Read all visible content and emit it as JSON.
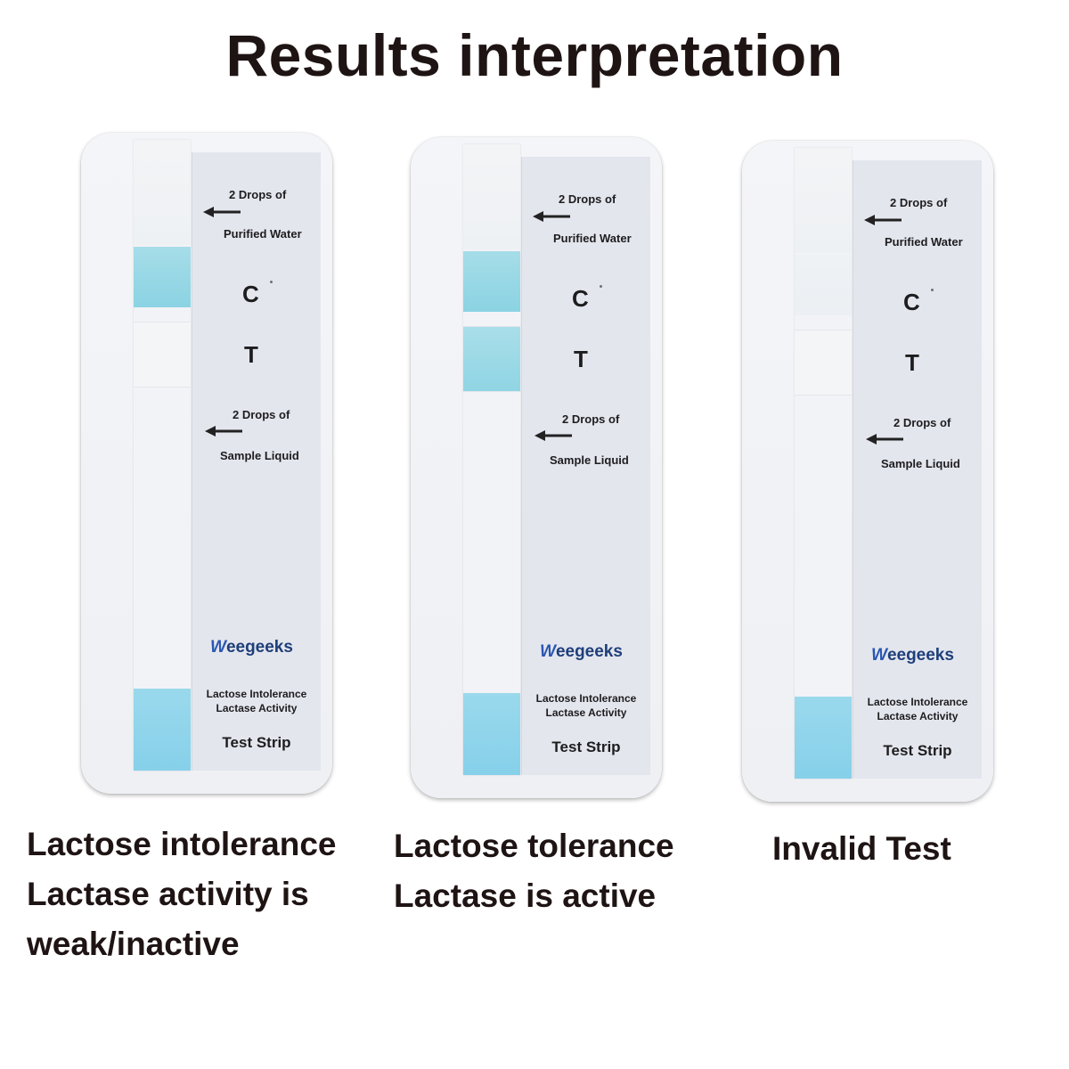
{
  "title": "Results interpretation",
  "strip_labels": {
    "top_drops": "2 Drops of",
    "top_liquid": "Purified Water",
    "control": "C",
    "test": "T",
    "bottom_drops": "2 Drops of",
    "bottom_liquid": "Sample Liquid",
    "brand_w": "W",
    "brand_rest": "eegeeks",
    "desc_line1": "Lactose Intolerance",
    "desc_line2": "Lactase Activity",
    "strip_name": "Test Strip"
  },
  "cards": [
    {
      "id": "intolerance",
      "control_line": true,
      "test_line": false,
      "result_lines": [
        "Lactose intolerance",
        "Lactase activity is",
        "weak/inactive"
      ]
    },
    {
      "id": "tolerance",
      "control_line": true,
      "test_line": true,
      "result_lines": [
        "Lactose tolerance",
        "Lactase is active"
      ]
    },
    {
      "id": "invalid",
      "control_line": false,
      "test_line": false,
      "result_lines": [
        "Invalid Test"
      ]
    }
  ],
  "colors": {
    "band_blue": "#8bd3e3",
    "sample_pad_blue": "#86d0ea",
    "brand_navy": "#1e3f7a",
    "title_text": "#1f1414"
  }
}
